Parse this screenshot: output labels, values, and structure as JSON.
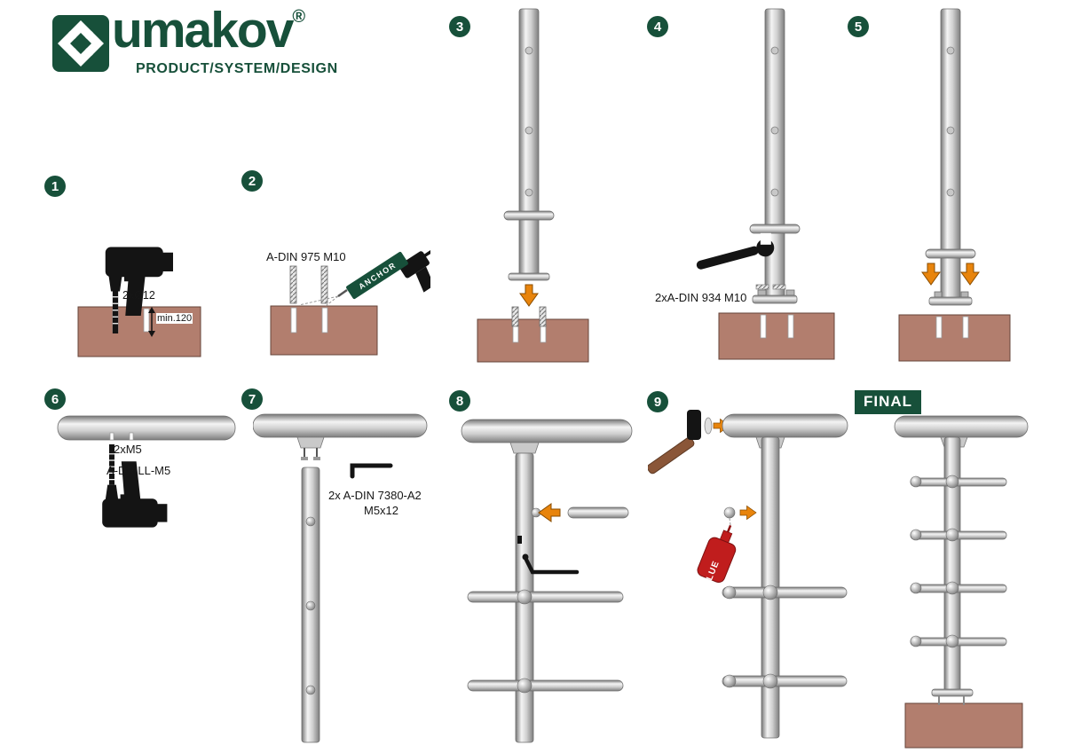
{
  "logo": {
    "brand": "umakov",
    "registered": "®",
    "tagline": "PRODUCT/SYSTEM/DESIGN"
  },
  "colors": {
    "brand_green": "#17503a",
    "base_brown": "#b27e6e",
    "arrow_orange": "#e8840c",
    "glue_red": "#c01d1d"
  },
  "steps": {
    "s1": {
      "number": "1",
      "hole_label": "2xØ12",
      "depth_label": "min.120"
    },
    "s2": {
      "number": "2",
      "rod_label": "A-DIN 975 M10",
      "anchor_label": "ANCHOR"
    },
    "s3": {
      "number": "3"
    },
    "s4": {
      "number": "4",
      "nut_label": "2xA-DIN 934 M10"
    },
    "s5": {
      "number": "5"
    },
    "s6": {
      "number": "6",
      "screw_label": "2xM5",
      "drill_label": "A-DRILL-M5"
    },
    "s7": {
      "number": "7",
      "bolt_label_1": "2x A-DIN 7380-A2",
      "bolt_label_2": "M5x12"
    },
    "s8": {
      "number": "8"
    },
    "s9": {
      "number": "9",
      "glue_label": "GLUE"
    },
    "final": {
      "label": "FINAL"
    }
  }
}
